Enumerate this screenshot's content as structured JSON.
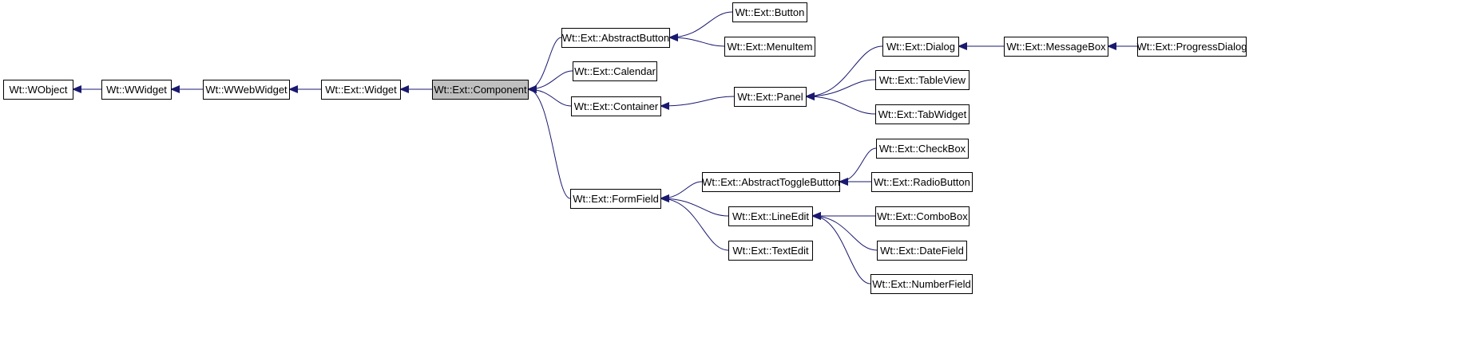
{
  "diagram": {
    "type": "inheritance-graph",
    "edge_color": "#191970",
    "highlight_fill": "#bfbfbf",
    "nodes": [
      {
        "id": "wobject",
        "label": "Wt::WObject"
      },
      {
        "id": "wwidget",
        "label": "Wt::WWidget"
      },
      {
        "id": "wwebwidget",
        "label": "Wt::WWebWidget"
      },
      {
        "id": "ext-widget",
        "label": "Wt::Ext::Widget"
      },
      {
        "id": "ext-component",
        "label": "Wt::Ext::Component",
        "highlight": true
      },
      {
        "id": "ext-abstractbutton",
        "label": "Wt::Ext::AbstractButton"
      },
      {
        "id": "ext-calendar",
        "label": "Wt::Ext::Calendar"
      },
      {
        "id": "ext-container",
        "label": "Wt::Ext::Container"
      },
      {
        "id": "ext-formfield",
        "label": "Wt::Ext::FormField"
      },
      {
        "id": "ext-button",
        "label": "Wt::Ext::Button"
      },
      {
        "id": "ext-menuitem",
        "label": "Wt::Ext::MenuItem"
      },
      {
        "id": "ext-panel",
        "label": "Wt::Ext::Panel"
      },
      {
        "id": "ext-dialog",
        "label": "Wt::Ext::Dialog"
      },
      {
        "id": "ext-tableview",
        "label": "Wt::Ext::TableView"
      },
      {
        "id": "ext-tabwidget",
        "label": "Wt::Ext::TabWidget"
      },
      {
        "id": "ext-messagebox",
        "label": "Wt::Ext::MessageBox"
      },
      {
        "id": "ext-progressdialog",
        "label": "Wt::Ext::ProgressDialog"
      },
      {
        "id": "ext-abstracttogglebutton",
        "label": "Wt::Ext::AbstractToggleButton"
      },
      {
        "id": "ext-checkbox",
        "label": "Wt::Ext::CheckBox"
      },
      {
        "id": "ext-radiobutton",
        "label": "Wt::Ext::RadioButton"
      },
      {
        "id": "ext-lineedit",
        "label": "Wt::Ext::LineEdit"
      },
      {
        "id": "ext-textedit",
        "label": "Wt::Ext::TextEdit"
      },
      {
        "id": "ext-combobox",
        "label": "Wt::Ext::ComboBox"
      },
      {
        "id": "ext-datefield",
        "label": "Wt::Ext::DateField"
      },
      {
        "id": "ext-numberfield",
        "label": "Wt::Ext::NumberField"
      }
    ],
    "edges": [
      {
        "from": "wwidget",
        "to": "wobject"
      },
      {
        "from": "wwebwidget",
        "to": "wwidget"
      },
      {
        "from": "ext-widget",
        "to": "wwebwidget"
      },
      {
        "from": "ext-component",
        "to": "ext-widget"
      },
      {
        "from": "ext-abstractbutton",
        "to": "ext-component"
      },
      {
        "from": "ext-calendar",
        "to": "ext-component"
      },
      {
        "from": "ext-container",
        "to": "ext-component"
      },
      {
        "from": "ext-formfield",
        "to": "ext-component"
      },
      {
        "from": "ext-button",
        "to": "ext-abstractbutton"
      },
      {
        "from": "ext-menuitem",
        "to": "ext-abstractbutton"
      },
      {
        "from": "ext-panel",
        "to": "ext-container"
      },
      {
        "from": "ext-dialog",
        "to": "ext-panel"
      },
      {
        "from": "ext-tableview",
        "to": "ext-panel"
      },
      {
        "from": "ext-tabwidget",
        "to": "ext-panel"
      },
      {
        "from": "ext-messagebox",
        "to": "ext-dialog"
      },
      {
        "from": "ext-progressdialog",
        "to": "ext-messagebox"
      },
      {
        "from": "ext-abstracttogglebutton",
        "to": "ext-formfield"
      },
      {
        "from": "ext-lineedit",
        "to": "ext-formfield"
      },
      {
        "from": "ext-textedit",
        "to": "ext-formfield"
      },
      {
        "from": "ext-checkbox",
        "to": "ext-abstracttogglebutton"
      },
      {
        "from": "ext-radiobutton",
        "to": "ext-abstracttogglebutton"
      },
      {
        "from": "ext-combobox",
        "to": "ext-lineedit"
      },
      {
        "from": "ext-datefield",
        "to": "ext-lineedit"
      },
      {
        "from": "ext-numberfield",
        "to": "ext-lineedit"
      }
    ]
  }
}
